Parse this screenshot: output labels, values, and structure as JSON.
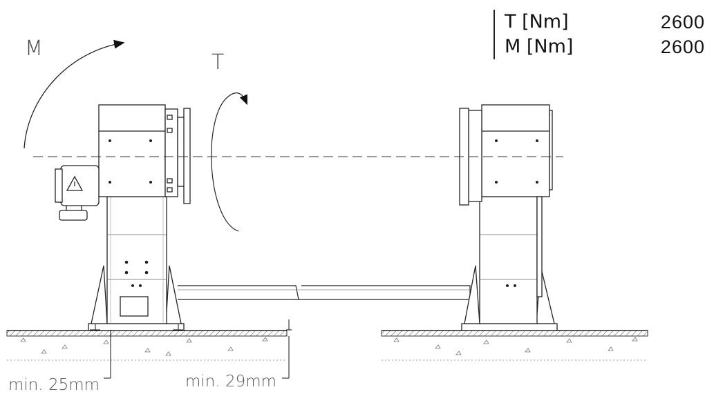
{
  "specs": {
    "rows": [
      {
        "label": "T [Nm]",
        "value": "2600"
      },
      {
        "label": "M [Nm]",
        "value": "2600"
      }
    ]
  },
  "labels": {
    "moment": "M",
    "torque": "T",
    "min_left": "min. 25mm",
    "min_right": "min. 29mm"
  }
}
